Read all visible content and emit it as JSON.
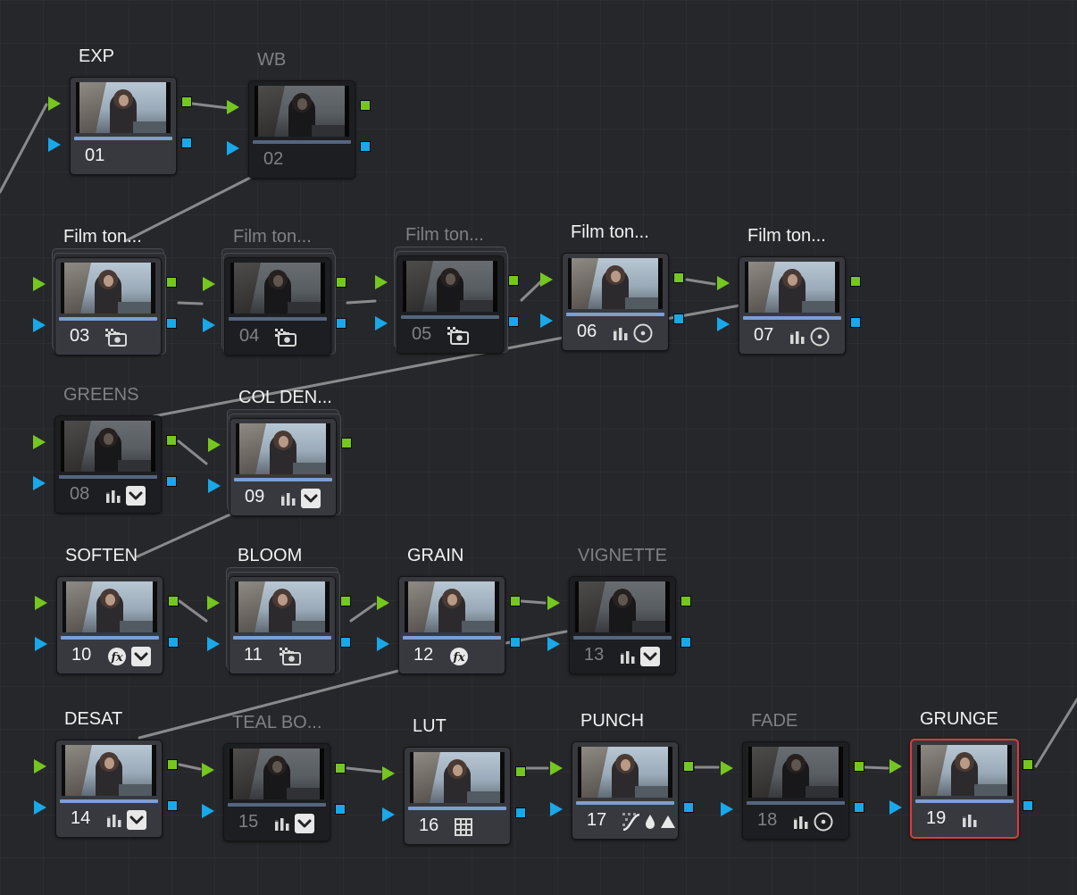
{
  "nodes": [
    {
      "id": "01",
      "label": "EXP",
      "disabled": false,
      "stacked": false,
      "selected": false,
      "icons": []
    },
    {
      "id": "02",
      "label": "WB",
      "disabled": true,
      "stacked": false,
      "selected": false,
      "icons": []
    },
    {
      "id": "03",
      "label": "Film ton...",
      "disabled": false,
      "stacked": true,
      "selected": false,
      "icons": [
        "camera-icon"
      ]
    },
    {
      "id": "04",
      "label": "Film ton...",
      "disabled": true,
      "stacked": true,
      "selected": false,
      "icons": [
        "camera-icon"
      ]
    },
    {
      "id": "05",
      "label": "Film ton...",
      "disabled": true,
      "stacked": true,
      "selected": false,
      "icons": [
        "camera-icon"
      ]
    },
    {
      "id": "06",
      "label": "Film ton...",
      "disabled": false,
      "stacked": false,
      "selected": false,
      "icons": [
        "bars-icon",
        "circle-window-icon"
      ]
    },
    {
      "id": "07",
      "label": "Film ton...",
      "disabled": false,
      "stacked": false,
      "selected": false,
      "icons": [
        "bars-icon",
        "circle-window-icon"
      ]
    },
    {
      "id": "08",
      "label": "GREENS",
      "disabled": true,
      "stacked": false,
      "selected": false,
      "icons": [
        "bars-icon",
        "qualifier-icon"
      ]
    },
    {
      "id": "09",
      "label": "COL DEN...",
      "disabled": false,
      "stacked": true,
      "selected": false,
      "icons": [
        "bars-icon",
        "qualifier-icon"
      ]
    },
    {
      "id": "10",
      "label": "SOFTEN",
      "disabled": false,
      "stacked": false,
      "selected": false,
      "icons": [
        "fx-icon",
        "qualifier-icon"
      ]
    },
    {
      "id": "11",
      "label": "BLOOM",
      "disabled": false,
      "stacked": true,
      "selected": false,
      "icons": [
        "camera-icon"
      ]
    },
    {
      "id": "12",
      "label": "GRAIN",
      "disabled": false,
      "stacked": false,
      "selected": false,
      "icons": [
        "fx-icon"
      ]
    },
    {
      "id": "13",
      "label": "VIGNETTE",
      "disabled": true,
      "stacked": false,
      "selected": false,
      "icons": [
        "bars-icon",
        "qualifier-icon"
      ]
    },
    {
      "id": "14",
      "label": "DESAT",
      "disabled": false,
      "stacked": false,
      "selected": false,
      "icons": [
        "bars-icon",
        "qualifier-icon"
      ]
    },
    {
      "id": "15",
      "label": "TEAL BO...",
      "disabled": true,
      "stacked": false,
      "selected": false,
      "icons": [
        "bars-icon",
        "qualifier-icon"
      ]
    },
    {
      "id": "16",
      "label": "LUT",
      "disabled": false,
      "stacked": false,
      "selected": false,
      "icons": [
        "lut-grid-icon"
      ]
    },
    {
      "id": "17",
      "label": "PUNCH",
      "disabled": false,
      "stacked": false,
      "selected": false,
      "icons": [
        "curves-icon",
        "drop-icon",
        "triangle-icon"
      ]
    },
    {
      "id": "18",
      "label": "FADE",
      "disabled": true,
      "stacked": false,
      "selected": false,
      "icons": [
        "bars-icon",
        "circle-window-icon"
      ]
    },
    {
      "id": "19",
      "label": "GRUNGE",
      "disabled": false,
      "stacked": false,
      "selected": true,
      "icons": [
        "bars-icon"
      ]
    }
  ],
  "colors": {
    "rgb_port": "#75c71f",
    "alpha_port": "#19a8e9",
    "wire": "#8a8a8c",
    "selected_border": "#e0393c",
    "track_bar": "#7b9fd3"
  }
}
